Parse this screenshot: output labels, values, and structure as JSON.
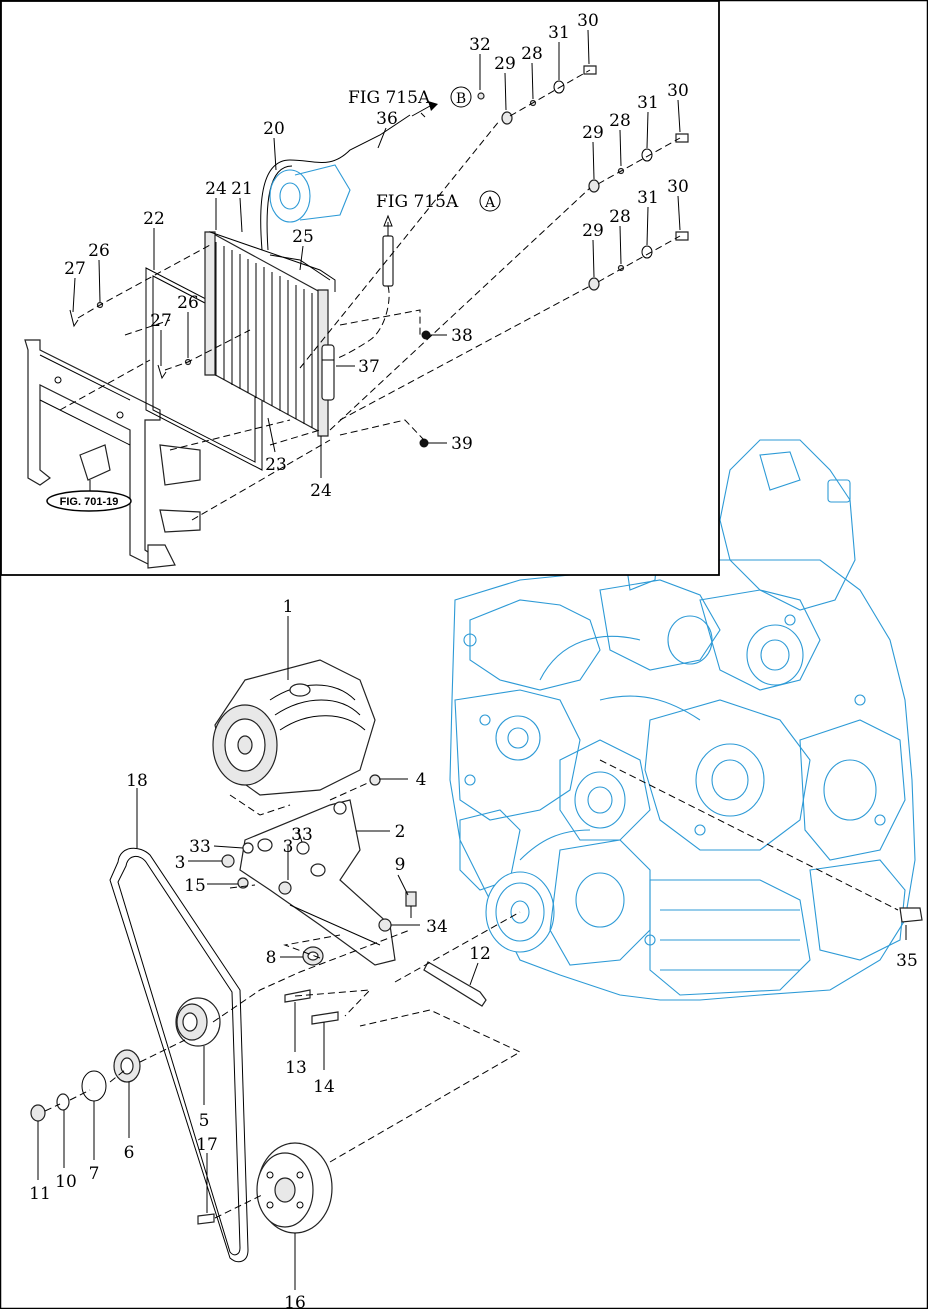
{
  "inset_callouts": [
    {
      "id": "c32",
      "text": "32"
    },
    {
      "id": "c29a",
      "text": "29"
    },
    {
      "id": "c28a",
      "text": "28"
    },
    {
      "id": "c31a",
      "text": "31"
    },
    {
      "id": "c30a",
      "text": "30"
    },
    {
      "id": "c29b",
      "text": "29"
    },
    {
      "id": "c28b",
      "text": "28"
    },
    {
      "id": "c31b",
      "text": "31"
    },
    {
      "id": "c30b",
      "text": "30"
    },
    {
      "id": "c29c",
      "text": "29"
    },
    {
      "id": "c28c",
      "text": "28"
    },
    {
      "id": "c31c",
      "text": "31"
    },
    {
      "id": "c30c",
      "text": "30"
    },
    {
      "id": "c20",
      "text": "20"
    },
    {
      "id": "c36",
      "text": "36"
    },
    {
      "id": "c24a",
      "text": "24"
    },
    {
      "id": "c21",
      "text": "21"
    },
    {
      "id": "c22",
      "text": "22"
    },
    {
      "id": "c25",
      "text": "25"
    },
    {
      "id": "c26a",
      "text": "26"
    },
    {
      "id": "c27a",
      "text": "27"
    },
    {
      "id": "c26b",
      "text": "26"
    },
    {
      "id": "c27b",
      "text": "27"
    },
    {
      "id": "c38",
      "text": "38"
    },
    {
      "id": "c37",
      "text": "37"
    },
    {
      "id": "c23",
      "text": "23"
    },
    {
      "id": "c39",
      "text": "39"
    },
    {
      "id": "c24b",
      "text": "24"
    }
  ],
  "fig_refs": {
    "b": {
      "label": "FIG 715A",
      "circle": "B"
    },
    "a": {
      "label": "FIG 715A",
      "circle": "A"
    },
    "f701": "FIG. 701-19"
  },
  "main_callouts": [
    {
      "id": "m1",
      "text": "1"
    },
    {
      "id": "m18",
      "text": "18"
    },
    {
      "id": "m4",
      "text": "4"
    },
    {
      "id": "m2",
      "text": "2"
    },
    {
      "id": "m33a",
      "text": "33"
    },
    {
      "id": "m33b",
      "text": "33"
    },
    {
      "id": "m3a",
      "text": "3"
    },
    {
      "id": "m3b",
      "text": "3"
    },
    {
      "id": "m9",
      "text": "9"
    },
    {
      "id": "m15",
      "text": "15"
    },
    {
      "id": "m34",
      "text": "34"
    },
    {
      "id": "m8",
      "text": "8"
    },
    {
      "id": "m12",
      "text": "12"
    },
    {
      "id": "m35",
      "text": "35"
    },
    {
      "id": "m13",
      "text": "13"
    },
    {
      "id": "m14",
      "text": "14"
    },
    {
      "id": "m5",
      "text": "5"
    },
    {
      "id": "m6",
      "text": "6"
    },
    {
      "id": "m11",
      "text": "11"
    },
    {
      "id": "m10",
      "text": "10"
    },
    {
      "id": "m7",
      "text": "7"
    },
    {
      "id": "m17",
      "text": "17"
    },
    {
      "id": "m16",
      "text": "16"
    }
  ],
  "colors": {
    "ink": "#000000",
    "engine_outline": "#2d9ad6",
    "background": "#ffffff"
  }
}
